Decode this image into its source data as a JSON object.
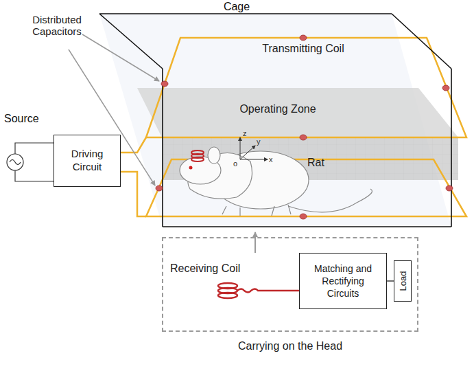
{
  "diagram": {
    "nodes": [
      {
        "text": [
          "Driving Circuit"
        ]
      },
      {
        "text": [
          "Carrying on the Head"
        ]
      },
      {
        "text": [
          "Matching and Rectifying Circuits"
        ],
        "in": 1
      },
      {
        "text": [
          "Load"
        ],
        "in": 1
      }
    ],
    "edges": [
      {
        "from": 2,
        "to": 3,
        "arrow": "none"
      }
    ],
    "labels": [
      "Cage",
      "Distributed Capacitors",
      "Transmitting Coil",
      "Operating Zone",
      "Source",
      "Rat",
      "Receiving Coil",
      "z",
      "y",
      "x",
      "o"
    ]
  }
}
